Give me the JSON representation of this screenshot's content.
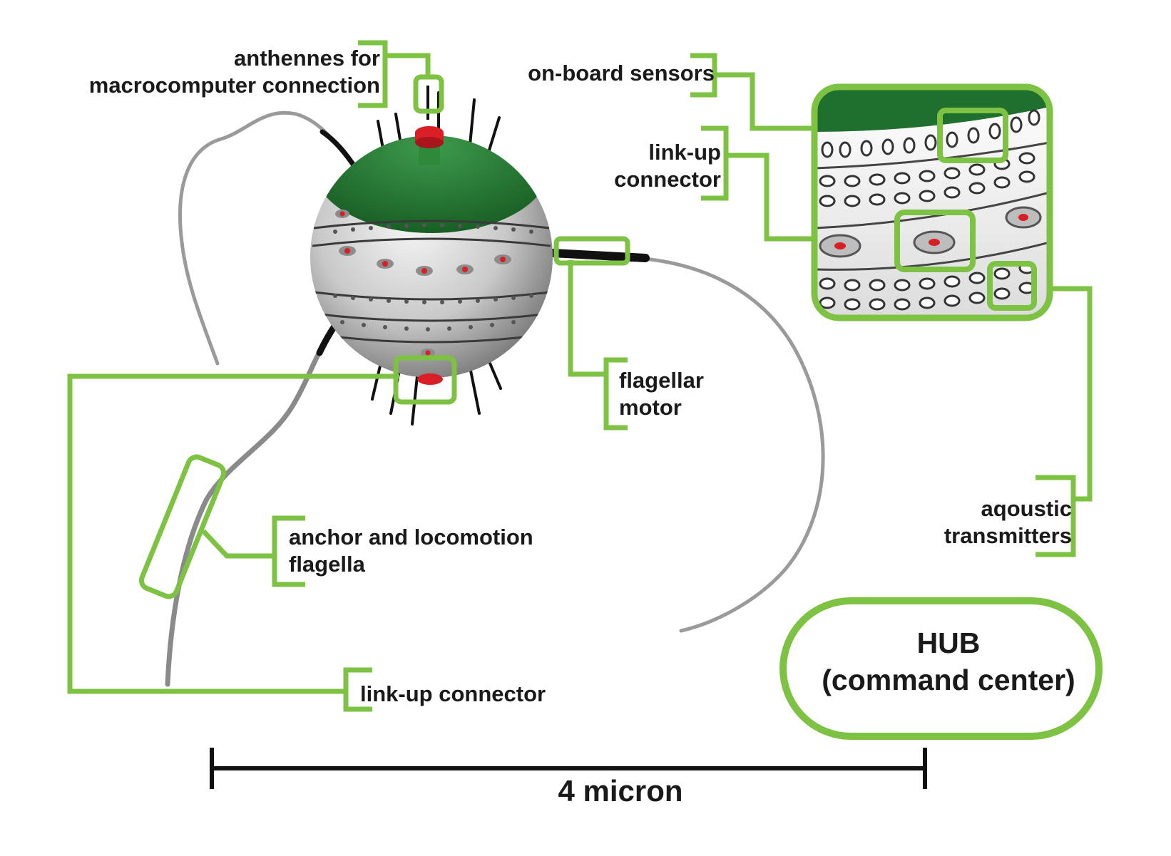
{
  "labels": {
    "antennas": "anthennes for\nmacrocomputer connection",
    "onboard_sensors": "on-board sensors",
    "linkup_connector_top": "link-up\nconnector",
    "flagellar_motor": "flagellar\nmotor",
    "acoustic_transmitters": "aqoustic\ntransmitters",
    "anchor_flagella": "anchor and locomotion\nflagella",
    "linkup_connector_bottom": "link-up connector"
  },
  "hub": {
    "label": "HUB\n(command center)"
  },
  "scale_bar": {
    "label": "4 micron"
  },
  "colors": {
    "callout_green": "#7dc242",
    "sphere_cap_green": "#1f6f2e",
    "port_red": "#d81f26",
    "text": "#1a1a1a"
  }
}
